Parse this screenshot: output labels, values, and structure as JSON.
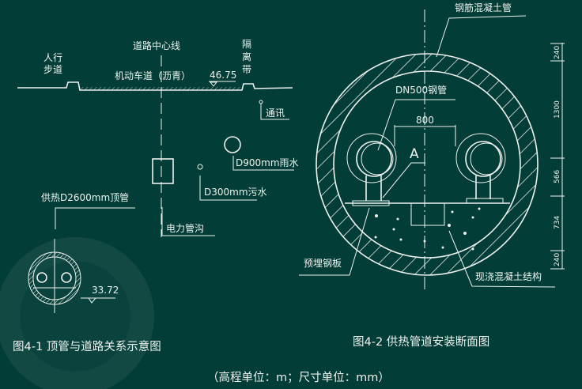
{
  "colors": {
    "background": "#033d37",
    "ink": "#eef2ee"
  },
  "fig1": {
    "centerline_label": "道路中心线",
    "sidewalk_label_1": "人行",
    "sidewalk_label_2": "步道",
    "median_label": [
      "隔",
      "离",
      "带"
    ],
    "roadway_label": "机动车道（沥青）",
    "road_elevation": "46.75",
    "telecom_label": "通讯",
    "storm_label": "D900mm雨水",
    "sewer_label": "D300mm污水",
    "heating_label": "供热D2600mm顶管",
    "power_label": "电力管沟",
    "pipe_elevation": "33.72",
    "caption": "图4-1  顶管与道路关系示意图"
  },
  "fig2": {
    "concrete_pipe_label": "钢筋混凝土管",
    "steel_pipe_label": "DN500钢管",
    "spacing": "800",
    "detail_marker": "A",
    "embedded_plate_label": "预埋钢板",
    "cast_concrete_label": "现浇混凝土结构",
    "dims": [
      "240",
      "1300",
      "566",
      "734",
      "240"
    ],
    "caption": "图4-2  供热管道安装断面图"
  },
  "units_note": "（高程单位：m；尺寸单位：mm）"
}
